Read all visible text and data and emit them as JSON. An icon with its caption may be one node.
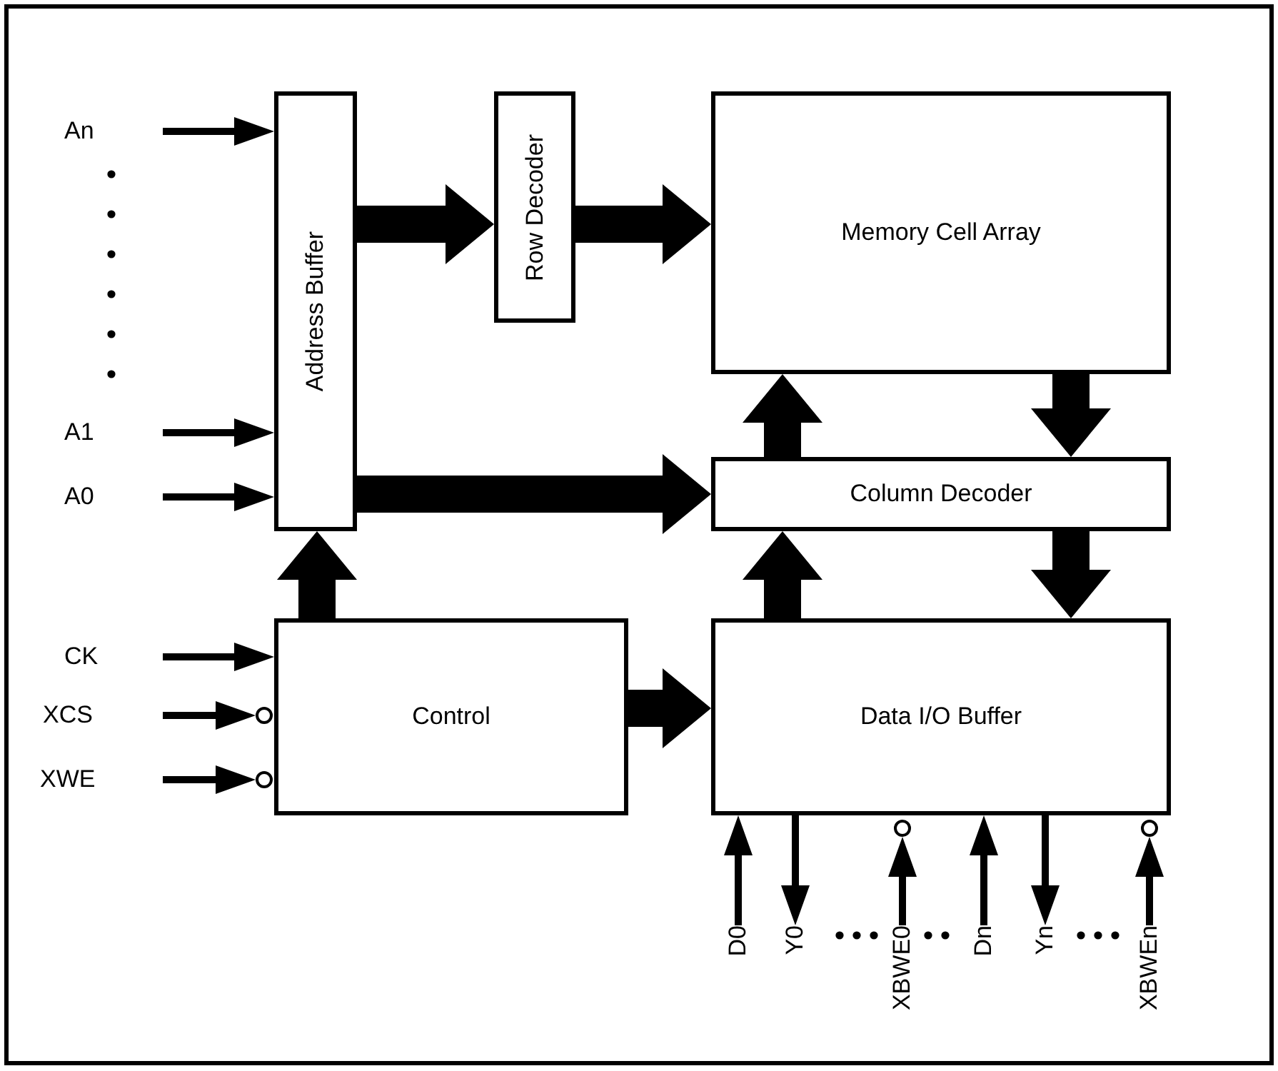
{
  "diagram": {
    "nodes": [
      {
        "text": [
          "Address Buffer"
        ]
      },
      {
        "text": [
          "Row Decoder"
        ]
      },
      {
        "text": [
          "Memory Cell Array"
        ]
      },
      {
        "text": [
          "Column Decoder"
        ]
      },
      {
        "text": [
          "Control"
        ]
      },
      {
        "text": [
          "Data I/O Buffer"
        ]
      },
      {
        "text": [
          "An"
        ]
      },
      {
        "text": [
          "A1"
        ]
      },
      {
        "text": [
          "A0"
        ]
      },
      {
        "text": [
          "CK"
        ]
      },
      {
        "text": [
          "XCS"
        ]
      },
      {
        "text": [
          "XWE"
        ]
      },
      {
        "text": [
          "D0"
        ]
      },
      {
        "text": [
          "Y0"
        ]
      },
      {
        "text": [
          "XBWE0"
        ]
      },
      {
        "text": [
          "Dn"
        ]
      },
      {
        "text": [
          "Yn"
        ]
      },
      {
        "text": [
          "XBWEn"
        ]
      },
      {
        "text": [],
        "shape": "circle"
      },
      {
        "text": [],
        "shape": "circle"
      },
      {
        "text": [],
        "shape": "circle"
      },
      {
        "text": [],
        "shape": "circle"
      }
    ],
    "edges": [
      {
        "from": 6,
        "to": 0,
        "arrow": "to"
      },
      {
        "from": 7,
        "to": 0,
        "arrow": "to"
      },
      {
        "from": 8,
        "to": 0,
        "arrow": "to"
      },
      {
        "from": 9,
        "to": 4,
        "arrow": "to"
      },
      {
        "from": 10,
        "to": 18,
        "arrow": "to"
      },
      {
        "from": 11,
        "to": 19,
        "arrow": "to"
      },
      {
        "from": 12,
        "to": 5,
        "arrow": "to"
      },
      {
        "from": 5,
        "to": 13,
        "arrow": "to"
      },
      {
        "from": 14,
        "to": 20,
        "arrow": "to"
      },
      {
        "from": 15,
        "to": 5,
        "arrow": "to"
      },
      {
        "from": 5,
        "to": 16,
        "arrow": "to"
      },
      {
        "from": 17,
        "to": 21,
        "arrow": "to"
      },
      {
        "from": 0,
        "to": 1,
        "arrow": "to",
        "style": "thick"
      },
      {
        "from": 1,
        "to": 2,
        "arrow": "to",
        "style": "thick"
      },
      {
        "from": 0,
        "to": 3,
        "arrow": "to",
        "style": "thick"
      },
      {
        "from": 4,
        "to": 0,
        "arrow": "to",
        "style": "thick"
      },
      {
        "from": 4,
        "to": 5,
        "arrow": "to",
        "style": "thick"
      },
      {
        "from": 3,
        "to": 2,
        "arrow": "to",
        "style": "thick"
      },
      {
        "from": 2,
        "to": 3,
        "arrow": "to",
        "style": "thick"
      },
      {
        "from": 5,
        "to": 3,
        "arrow": "to",
        "style": "thick"
      },
      {
        "from": 3,
        "to": 5,
        "arrow": "to",
        "style": "thick"
      }
    ]
  }
}
